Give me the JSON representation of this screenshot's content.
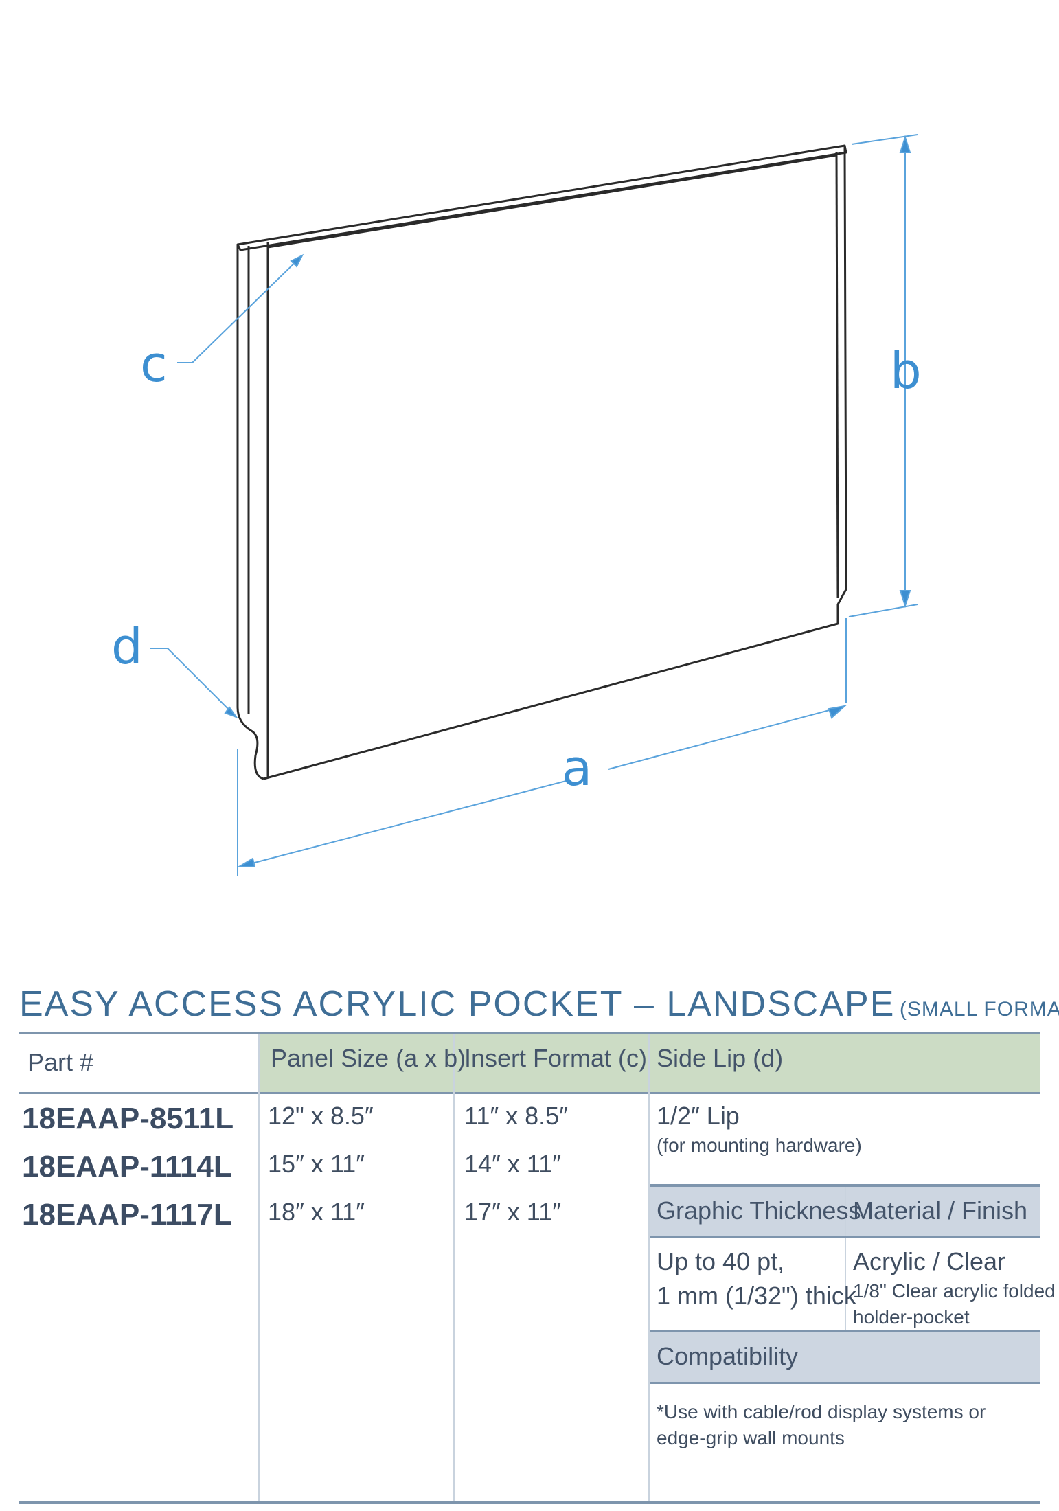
{
  "diagram": {
    "labels": {
      "a": "a",
      "b": "b",
      "c": "c",
      "d": "d"
    }
  },
  "title": {
    "main": "EASY ACCESS ACRYLIC POCKET – LANDSCAPE",
    "sub": "(SMALL FORMAT)"
  },
  "table": {
    "headers": {
      "part": "Part #",
      "panel_size": "Panel Size (a x b)",
      "insert_format": "Insert Format (c)",
      "side_lip": "Side Lip (d)"
    },
    "rows": [
      {
        "part": "18EAAP-8511L",
        "panel_size": "12\" x 8.5″",
        "insert_format": "11″ x 8.5″"
      },
      {
        "part": "18EAAP-1114L",
        "panel_size": "15″ x 11″",
        "insert_format": "14″ x 11″"
      },
      {
        "part": "18EAAP-1117L",
        "panel_size": "18″ x 11″",
        "insert_format": "17″ x 11″"
      }
    ],
    "side_lip": {
      "value": "1/2″ Lip",
      "note": "(for mounting hardware)"
    },
    "graphic_thickness": {
      "header": "Graphic Thickness",
      "line1": "Up to 40 pt,",
      "line2": "1 mm (1/32\") thick"
    },
    "material_finish": {
      "header": "Material / Finish",
      "value": "Acrylic / Clear",
      "note1": "1/8\" Clear acrylic folded",
      "note2": "holder-pocket"
    },
    "compatibility": {
      "header": "Compatibility",
      "line1": "*Use with cable/rod display systems or",
      "line2": "edge-grip wall mounts"
    }
  },
  "colors": {
    "accent_blue": "#3d8fd1",
    "title_blue": "#3f6e96",
    "header_green": "#ccdcc5",
    "header_blue": "#cdd6e1"
  }
}
